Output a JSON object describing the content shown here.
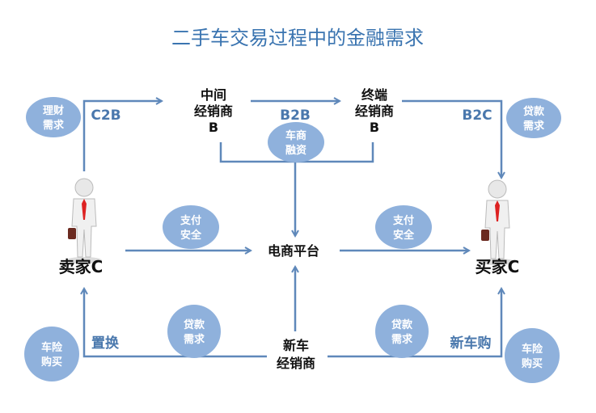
{
  "title": "二手车交易过程中的金融需求",
  "nodes": {
    "middle_dealer": [
      "中间",
      "经销商",
      "B"
    ],
    "terminal_dealer": [
      "终端",
      "经销商",
      "B"
    ],
    "platform": "电商平台",
    "seller": "卖家C",
    "buyer": "买家C",
    "new_dealer": [
      "新车",
      "经销商"
    ]
  },
  "labels": {
    "c2b": "C2B",
    "b2b": "B2B",
    "b2c": "B2C",
    "swap": "置换",
    "new_buy": "新车购"
  },
  "bubbles": {
    "wealth": [
      "理财",
      "需求"
    ],
    "dealer_finance": [
      "车商",
      "融资"
    ],
    "loan_top": [
      "贷款",
      "需求"
    ],
    "pay_left": [
      "支付",
      "安全"
    ],
    "pay_right": [
      "支付",
      "安全"
    ],
    "loan_left": [
      "贷款",
      "需求"
    ],
    "loan_right": [
      "贷款",
      "需求"
    ],
    "insurance_left": [
      "车险",
      "购买"
    ],
    "insurance_right": [
      "车险",
      "购买"
    ]
  },
  "colors": {
    "title": "#3a74b0",
    "line": "#5f88ba",
    "bubble": "#8fb1dc"
  }
}
